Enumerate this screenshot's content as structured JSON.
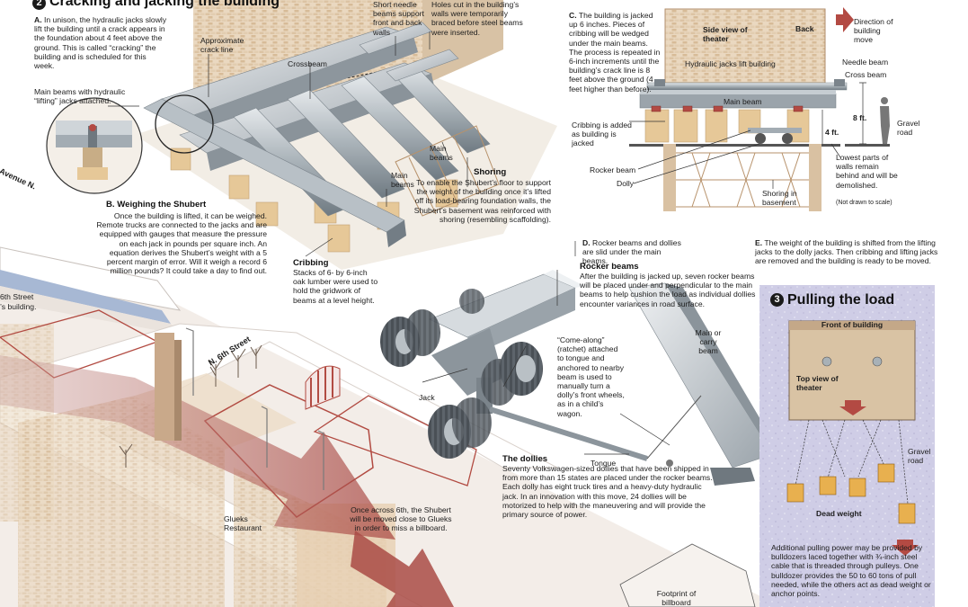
{
  "sections": {
    "cracking": {
      "number": "2",
      "title": "Cracking and jacking the building",
      "step_a_letter": "A.",
      "step_a": "In unison, the hydraulic jacks slowly lift the building until a crack appears in the foundation about 4 feet above the ground. This is called “cracking” the building and is scheduled for this week.",
      "labels": {
        "crack_line": "Approximate crack line",
        "needle_beams": "Short needle beams support front and back walls",
        "holes": "Holes cut in the building’s walls were temporarily braced before steel beams were inserted.",
        "crossbeam": "Crossbeam",
        "main_beams_jacks": "Main beams with hydraulic “lifting” jacks attached.",
        "main_beams_1": "Main beams",
        "main_beams_2": "Main beams"
      },
      "shoring_title": "Shoring",
      "shoring_text": "To enable the Shubert’s floor to support the weight of the building once it’s lifted off its load-bearing foundation walls, the Shubert’s basement was reinforced with shoring (resembling scaffolding).",
      "cribbing_title": "Cribbing",
      "cribbing_text": "Stacks of 6- by 6-inch oak lumber were used to hold the gridwork of beams at a level height.",
      "weighing_letter": "B.",
      "weighing_title": "Weighing the Shubert",
      "weighing_text": "Once the building is lifted, it can be weighed. Remote trucks are connected to the jacks and are equipped with gauges that measure the pressure on each jack in pounds per square inch. An equation derives the Shubert’s weight with a 5 percent margin of error. Will it weigh a record 6 million pounds? It could take a day to find out."
    },
    "side_view": {
      "step_c_letter": "C.",
      "step_c": "The building is jacked up 6 inches. Pieces of cribbing will be wedged under the main beams. The process is repeated in 6-inch increments until the building’s crack line is 8 feet above the ground (4 feet higher than before).",
      "side_view_label": "Side view of theater",
      "back": "Back",
      "direction": "Direction of building move",
      "needle_beam": "Needle beam",
      "cross_beam": "Cross beam",
      "jacks_lift": "Hydraulic jacks lift building",
      "main_beam": "Main beam",
      "eight_ft": "8 ft.",
      "four_ft": "4 ft.",
      "gravel_road": "Gravel road",
      "cribbing_added": "Cribbing is added as building is jacked",
      "rocker_beam": "Rocker beam",
      "dolly": "Dolly",
      "lowest_parts": "Lowest parts of walls remain behind and will be demolished.",
      "shoring_basement": "Shoring in basement",
      "not_to_scale": "(Not drawn to scale)"
    },
    "dollies": {
      "step_d_letter": "D.",
      "step_d": "Rocker beams and dollies are slid under the main beams.",
      "rocker_title": "Rocker beams",
      "rocker_text": "After the building is jacked up, seven rocker beams will be placed under and perpendicular to the main beams to help cushion the load as individual dollies encounter variances in road surface.",
      "come_along": "“Come-along” (ratchet) attached to tongue and anchored to nearby beam is used to manually turn a dolly’s front wheels, as in a child’s wagon.",
      "main_carry": "Main or carry beam",
      "jack": "Jack",
      "tongue": "Tongue",
      "dollies_title": "The dollies",
      "dollies_text": "Seventy Volkswagen-sized dollies that have been shipped in from more than 15 states are placed under the rocker beams.  Each dolly has eight truck tires and a heavy-duty hydraulic jack. In an innovation with this move, 24 dollies will be motorized to help with the maneuvering and will provide the primary source of power.",
      "step_e_letter": "E.",
      "step_e": "The weight of the building is shifted from the lifting jacks to the dolly jacks. Then cribbing and lifting jacks are removed and the building is ready to be moved."
    },
    "pulling": {
      "number": "3",
      "title": "Pulling the load",
      "front": "Front of building",
      "top_view": "Top view of theater",
      "gravel_road": "Gravel road",
      "dead_weight": "Dead weight",
      "text": "Additional pulling power may be provided by bulldozers laced together with ¾-inch steel cable that is threaded through pulleys. One bulldozer provides the 50 to 60 tons of pull needed, while the others act as dead weight or anchor points."
    },
    "map": {
      "avenue": "Avenue N.",
      "sixth_street_partial": "6th Street",
      "shubert_partial": "’s building.",
      "n_sixth_street": "N. 6th Street",
      "gluek": "Glueks Restaurant",
      "once_across": "Once across 6th, the Shubert will be moved close to Glueks in order to miss a billboard.",
      "footprint": "Footprint of billboard"
    }
  },
  "colors": {
    "accent_red": "#b34a43",
    "panel_lavender": "#cfcde6",
    "building_tan": "#e3c59f",
    "steel_gray": "#9ea7ae",
    "cribbing": "#e7c99a",
    "map_pale": "#f1ebe5"
  },
  "icons": [
    "direction-arrow-icon",
    "pull-arrow-icon",
    "person-icon",
    "tire-icon",
    "streetlamp-icon",
    "tree-icon",
    "awning-icon"
  ]
}
